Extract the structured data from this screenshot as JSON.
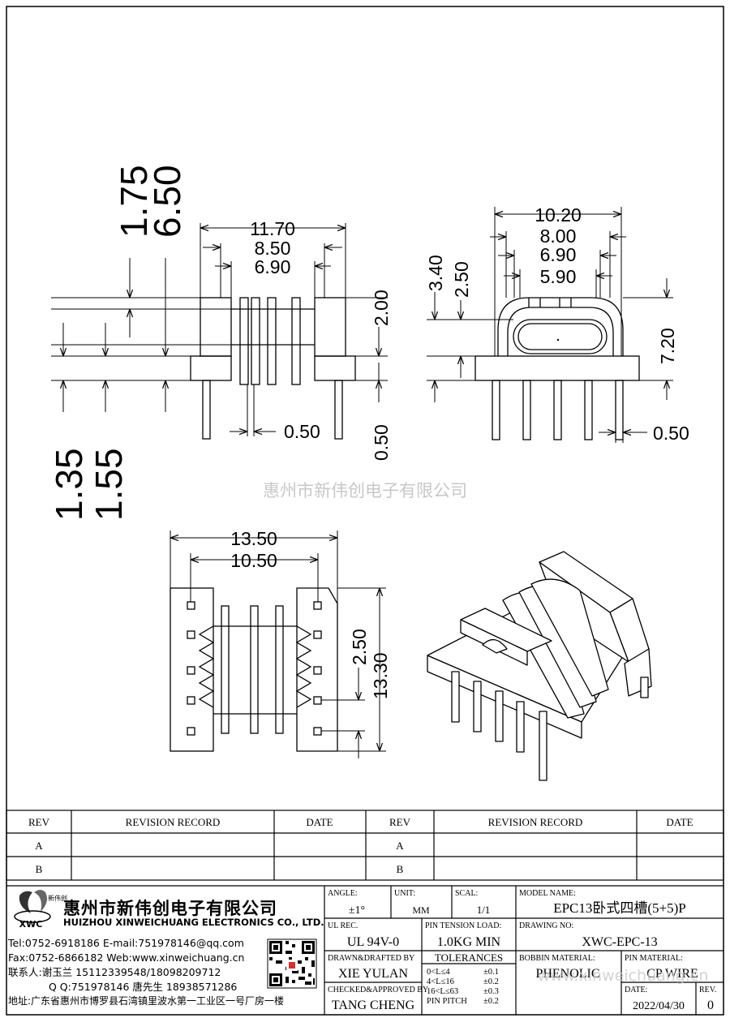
{
  "top_left_view": {
    "dims_top": [
      "11.70",
      "8.50",
      "6.90"
    ],
    "dims_rot_top": [
      "1.75",
      "6.50"
    ],
    "dims_rot_bottom": [
      "1.35",
      "1.55"
    ],
    "dim_right": "2.00",
    "dim_right_bottom": "0.50",
    "dim_pin": "0.50"
  },
  "top_right_view": {
    "dims_top": [
      "10.20",
      "8.00",
      "6.90",
      "5.90"
    ],
    "dims_left": [
      "3.40",
      "2.50"
    ],
    "dim_right": "7.20",
    "dim_pin": "0.50"
  },
  "bottom_view": {
    "dims_top": [
      "13.50",
      "10.50"
    ],
    "dims_right": [
      "2.50",
      "13.30"
    ]
  },
  "watermark": "惠州市新伟创电子有限公司",
  "watermark_url": "www.xinweichuang.cn",
  "revision_table": {
    "headers": [
      "REV",
      "REVISION RECORD",
      "DATE",
      "REV",
      "REVISION RECORD",
      "DATE"
    ],
    "rows": [
      [
        "A",
        "",
        "",
        "A",
        "",
        ""
      ],
      [
        "B",
        "",
        "",
        "B",
        "",
        ""
      ]
    ]
  },
  "company": {
    "logo_text": "XWC",
    "logo_cn": "新伟创",
    "name_cn": "惠州市新伟创电子有限公司",
    "name_en": "HUIZHOU XINWEICHUANG ELECTRONICS CO., LTD.",
    "tel": "Tel:0752-6918186 E-mail:751978146@qq.com",
    "fax": "Fax:0752-6866182 Web:www.xinweichuang.cn",
    "contact": "联系人:谢玉兰 15112339548/18098209712",
    "qq": "Q Q:751978146    唐先生 18938571286",
    "address": "地址:广东省惠州市博罗县石湾镇里波水第一工业区一号厂房一楼"
  },
  "title_block": {
    "angle_label": "ANGLE:",
    "angle": "±1°",
    "unit_label": "UNIT:",
    "unit": "MM",
    "scale_label": "SCAL:",
    "scale": "1/1",
    "model_label": "MODEL NAME:",
    "model": "EPC13卧式四槽(5+5)P",
    "ul_label": "UL REC.",
    "ul": "UL 94V-0",
    "tension_label": "PIN TENSION LOAD:",
    "tension": "1.0KG MIN",
    "drawing_label": "DRAWING NO:",
    "drawing": "XWC-EPC-13",
    "drawn_label": "DRAWN&DRAFTED BY",
    "drawn": "XIE YULAN",
    "tolerances_label": "TOLERANCES",
    "tolerances": [
      [
        "0<L≤4",
        "±0.1"
      ],
      [
        "4<L≤16",
        "±0.2"
      ],
      [
        "16<L≤63",
        "±0.3"
      ],
      [
        "PIN PITCH",
        "±0.2"
      ]
    ],
    "bobbin_label": "BOBBIN MATERIAL:",
    "bobbin": "PHENOLIC",
    "pin_mat_label": "PIN MATERIAL:",
    "pin_mat": "CP WIRE",
    "checked_label": "CHECKED&APPROVED BY",
    "checked": "TANG CHENG",
    "date_label": "DATE:",
    "date": "2022/04/30",
    "rev_label": "REV.",
    "rev": "0"
  }
}
